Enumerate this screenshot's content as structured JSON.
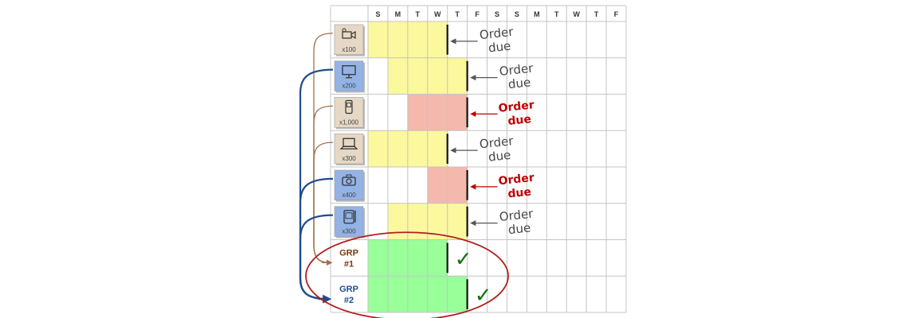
{
  "days": [
    "S",
    "M",
    "T",
    "W",
    "T",
    "F",
    "S",
    "S",
    "M",
    "T",
    "W",
    "T",
    "F"
  ],
  "colors": {
    "yellow": "#fbf89e",
    "red": "#f4b8ad",
    "green": "#99ff99",
    "brown_note": "#e6d8c4",
    "blue_note": "#93b3e6",
    "brown_arrow": "#a0704a",
    "blue_arrow": "#1f4e8c",
    "ellipse": "#b21e1e",
    "check": "#107010"
  },
  "orders": [
    {
      "icon": "camcorder-icon",
      "qty": "x100",
      "note_color": "brown",
      "start": 1,
      "end": 4,
      "fill": "yellow",
      "due_line": "Order",
      "due_line2": "due",
      "urgent": false
    },
    {
      "icon": "monitor-icon",
      "qty": "x200",
      "note_color": "blue",
      "start": 2,
      "end": 5,
      "fill": "yellow",
      "due_line": "Order",
      "due_line2": "due",
      "urgent": false
    },
    {
      "icon": "phone-icon",
      "qty": "x1,000",
      "note_color": "brown",
      "start": 3,
      "end": 5,
      "fill": "red",
      "due_line": "Order",
      "due_line2": "due",
      "urgent": true
    },
    {
      "icon": "laptop-icon",
      "qty": "x300",
      "note_color": "brown",
      "start": 1,
      "end": 4,
      "fill": "yellow",
      "due_line": "Order",
      "due_line2": "due",
      "urgent": false
    },
    {
      "icon": "camera-icon",
      "qty": "x400",
      "note_color": "blue",
      "start": 4,
      "end": 5,
      "fill": "red",
      "due_line": "Order",
      "due_line2": "due",
      "urgent": true
    },
    {
      "icon": "tablet-icon",
      "qty": "x300",
      "note_color": "blue",
      "start": 2,
      "end": 5,
      "fill": "yellow",
      "due_line": "Order",
      "due_line2": "due",
      "urgent": false
    }
  ],
  "groups": [
    {
      "line1": "GRP",
      "line2": "#1",
      "color": "#7a3a0a",
      "start": 1,
      "end": 4,
      "fill": "green",
      "check": "✓"
    },
    {
      "line1": "GRP",
      "line2": "#2",
      "color": "#1f4e8c",
      "start": 1,
      "end": 5,
      "fill": "green",
      "check": "✓"
    }
  ]
}
